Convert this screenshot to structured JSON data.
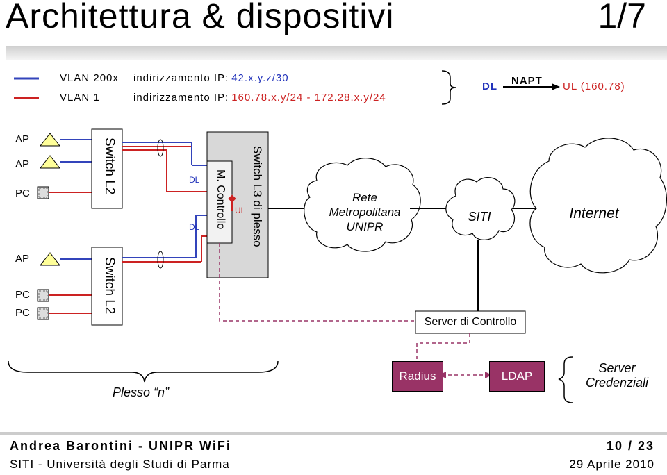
{
  "header": {
    "title": "Architettura & dispositivi",
    "page": "1/7"
  },
  "legend": {
    "vlan_a_name": "VLAN 200x",
    "vlan_a_label": "indirizzamento IP:",
    "vlan_a_range": "42.x.y.z/30",
    "vlan_b_name": "VLAN 1",
    "vlan_b_label": "indirizzamento IP:",
    "vlan_b_range": "160.78.x.y/24 - 172.28.x.y/24",
    "dl": "DL",
    "napt": "NAPT",
    "ul": "UL (160.78)",
    "colors": {
      "blue": "#3344bb",
      "red": "#cc2222"
    }
  },
  "devices": {
    "ap": "AP",
    "pc": "PC",
    "switch_l2": "Switch L2",
    "switch_l3": "Switch L3 di plesso",
    "m_controllo": "M. Controllo",
    "dl": "DL",
    "ul": "UL"
  },
  "clouds": {
    "metro": [
      "Rete",
      "Metropolitana",
      "UNIPR"
    ],
    "siti": "SITI",
    "internet": "Internet"
  },
  "servers": {
    "controllo": "Server di Controllo",
    "radius": "Radius",
    "ldap": "LDAP",
    "credenziali": [
      "Server",
      "Credenziali"
    ],
    "box_color": "#993366"
  },
  "plesso": "Plesso “n”",
  "footer": {
    "author": "Andrea Barontini - UNIPR WiFi",
    "org": "SITI - Università degli Studi di Parma",
    "slide": "10 / 23",
    "date": "29 Aprile 2010"
  }
}
